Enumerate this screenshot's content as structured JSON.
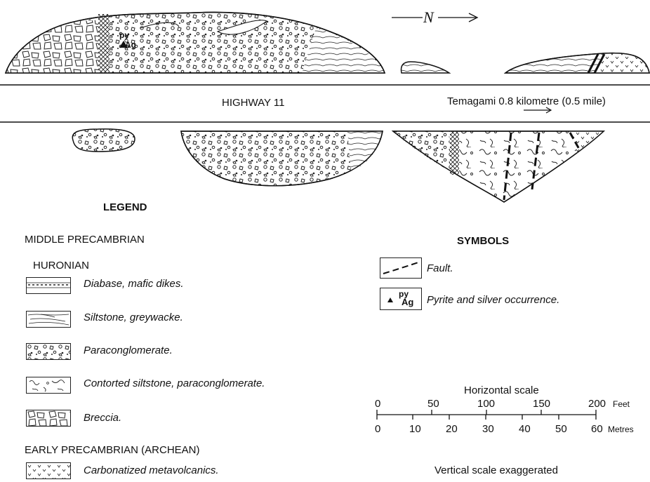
{
  "north_arrow": {
    "label": "N"
  },
  "road": {
    "name": "HIGHWAY 11",
    "direction_text": "Temagami 0.8 kilometre (0.5 mile)"
  },
  "map_labels": {
    "pyrite": "py",
    "silver": "Ag"
  },
  "legend": {
    "title": "LEGEND",
    "era_middle": "MIDDLE PRECAMBRIAN",
    "group_huronian": "HURONIAN",
    "items": [
      {
        "label": "Diabase, mafic dikes."
      },
      {
        "label": "Siltstone, greywacke."
      },
      {
        "label": "Paraconglomerate."
      },
      {
        "label": "Contorted siltstone, paraconglomerate."
      },
      {
        "label": "Breccia."
      }
    ],
    "era_early": "EARLY PRECAMBRIAN (ARCHEAN)",
    "archean_item": {
      "label": "Carbonatized metavolcanics."
    }
  },
  "symbols": {
    "title": "SYMBOLS",
    "fault": {
      "label": "Fault."
    },
    "occurrence": {
      "label": "Pyrite and silver occurrence.",
      "py": "py",
      "ag": "Ag"
    }
  },
  "scale": {
    "title": "Horizontal scale",
    "feet_ticks": [
      "0",
      "50",
      "100",
      "150",
      "200"
    ],
    "feet_unit": "Feet",
    "metre_ticks": [
      "0",
      "10",
      "20",
      "30",
      "40",
      "50",
      "60"
    ],
    "metre_unit": "Metres",
    "vertical_note": "Vertical scale exaggerated"
  }
}
